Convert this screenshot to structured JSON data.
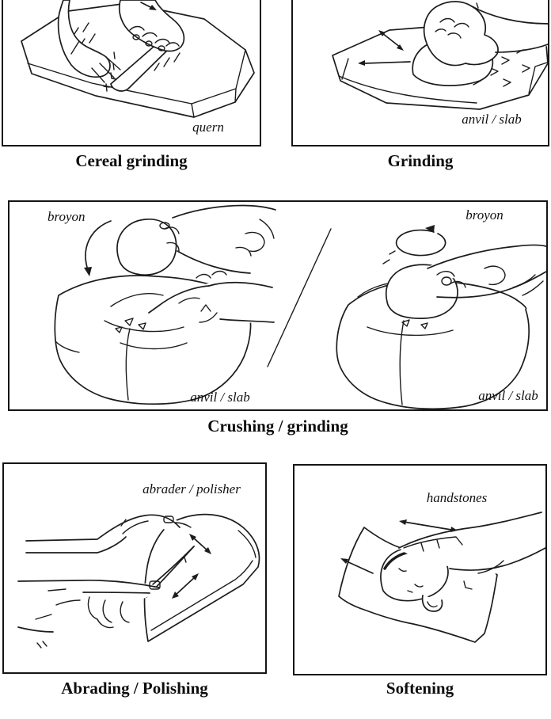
{
  "figure": {
    "type": "technique-diagram",
    "colors": {
      "ink": "#1c1c1c",
      "background": "#ffffff"
    },
    "panels": {
      "cereal": {
        "caption": "Cereal grinding",
        "tool_label": "quern"
      },
      "grinding": {
        "caption": "Grinding",
        "tool_label": "anvil / slab"
      },
      "crushing": {
        "caption": "Crushing / grinding",
        "left": {
          "top_label": "broyon",
          "bottom_label": "anvil / slab"
        },
        "right": {
          "top_label": "broyon",
          "bottom_label": "anvil / slab"
        }
      },
      "abrading": {
        "caption": "Abrading / Polishing",
        "tool_label": "abrader / polisher"
      },
      "softening": {
        "caption": "Softening",
        "tool_label": "handstones"
      }
    }
  }
}
